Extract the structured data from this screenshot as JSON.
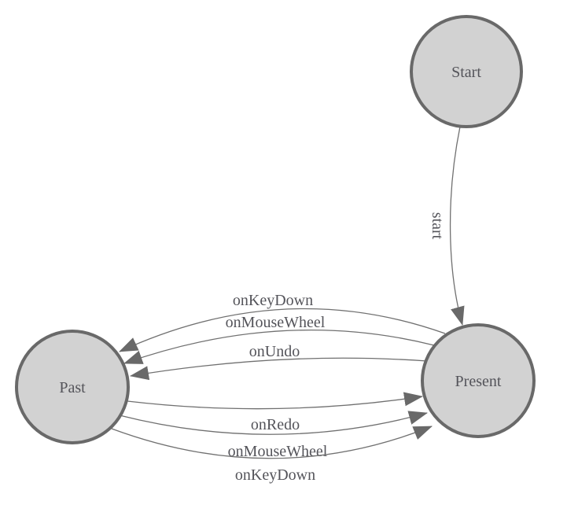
{
  "diagram": {
    "type": "state-machine",
    "colors": {
      "background": "#ffffff",
      "node_fill": "#d2d2d2",
      "node_border": "#696969",
      "edge_color": "#707070",
      "arrow_fill": "#696969",
      "text_color": "#54545a"
    },
    "nodes": [
      {
        "id": "start",
        "label": "Start"
      },
      {
        "id": "past",
        "label": "Past"
      },
      {
        "id": "present",
        "label": "Present"
      }
    ],
    "edges": [
      {
        "from": "Start",
        "to": "Present",
        "label": "start"
      },
      {
        "from": "Present",
        "to": "Past",
        "label": "onKeyDown"
      },
      {
        "from": "Present",
        "to": "Past",
        "label": "onMouseWheel"
      },
      {
        "from": "Present",
        "to": "Past",
        "label": "onUndo"
      },
      {
        "from": "Past",
        "to": "Present",
        "label": "onRedo"
      },
      {
        "from": "Past",
        "to": "Present",
        "label": "onMouseWheel"
      },
      {
        "from": "Past",
        "to": "Present",
        "label": "onKeyDown"
      }
    ]
  }
}
